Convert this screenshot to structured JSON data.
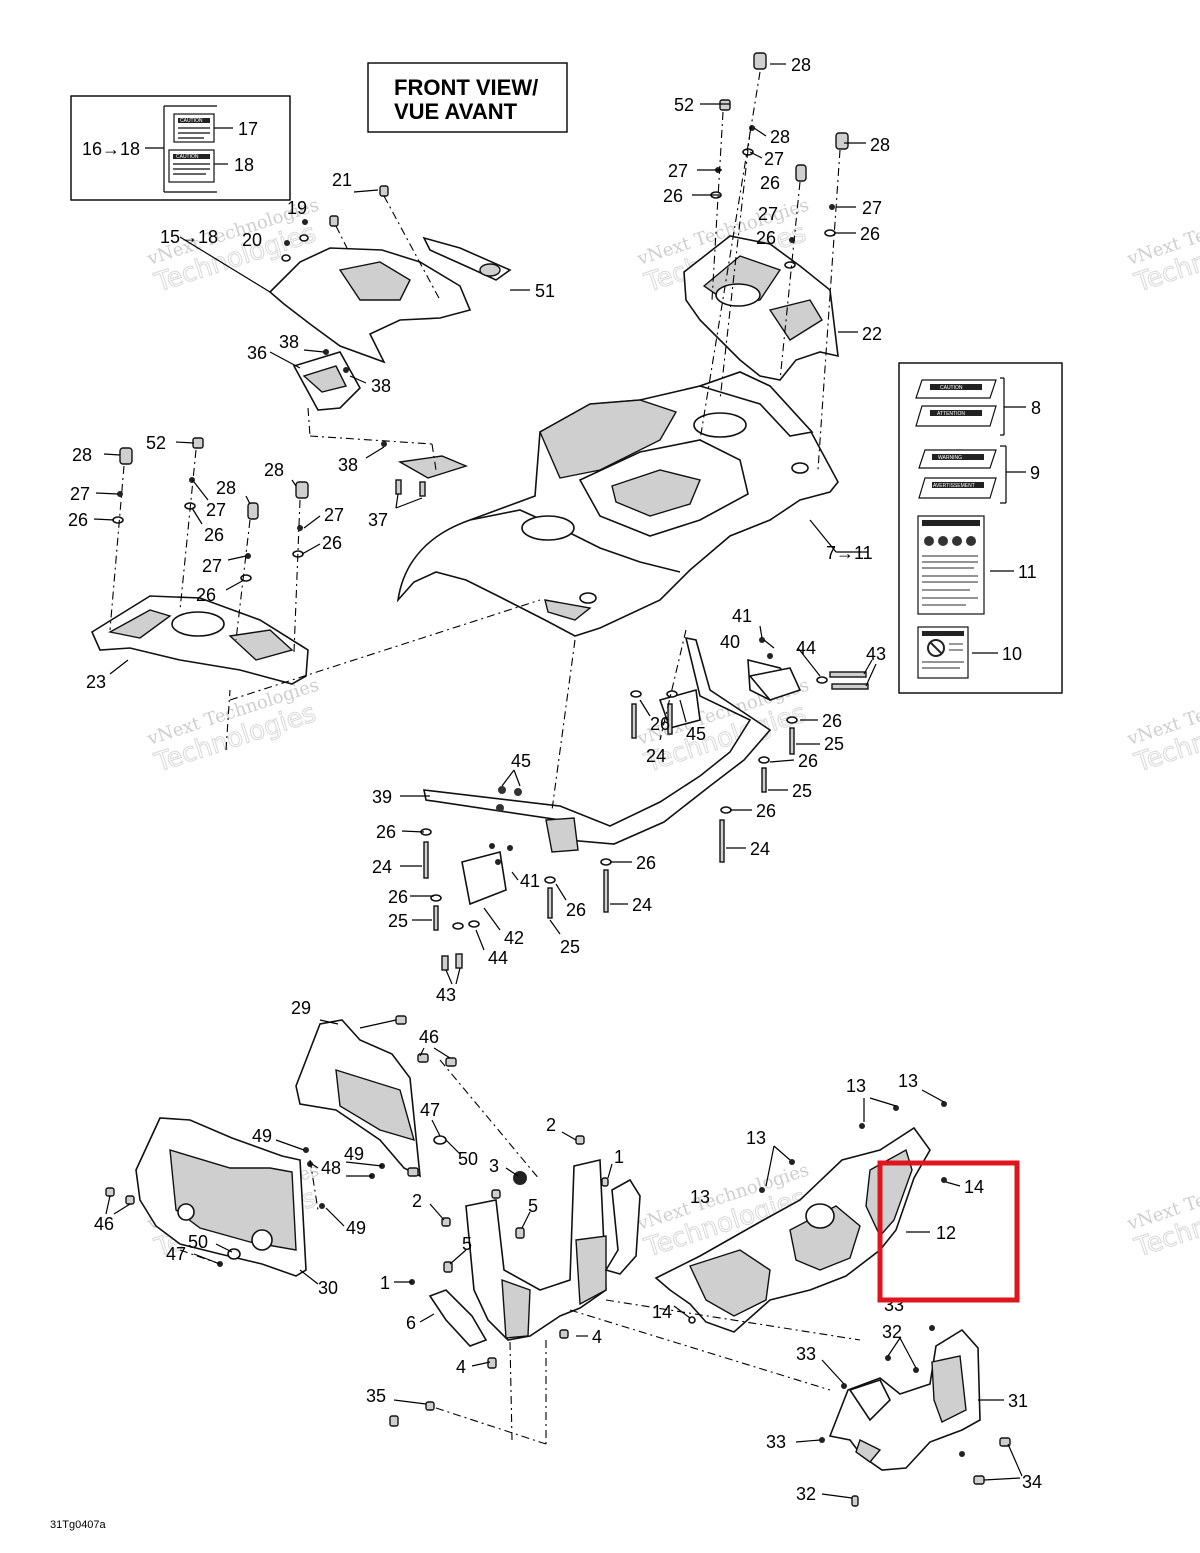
{
  "title": {
    "line1": "FRONT VIEW/",
    "line2": "VUE AVANT"
  },
  "figure_code": "31Tg0407a",
  "watermark": {
    "line1": "vNext Technologies",
    "line2": "Technologies"
  },
  "decal_box_left": {
    "range_label": "16→18",
    "label_top": "17",
    "label_bottom": "18",
    "decal_text": "CAUTION"
  },
  "decal_box_right": {
    "label_8": "8",
    "label_9": "9",
    "label_11": "11",
    "label_10": "10",
    "decal_caution": "CAUTION",
    "decal_attention": "ATTENTION",
    "decal_warning": "WARNING",
    "decal_avertissement": "AVERTISSEMENT"
  },
  "callouts": {
    "c28a": "28",
    "c52a": "52",
    "c27a": "27",
    "c26a": "26",
    "c28b": "28",
    "c27b": "27",
    "c26b": "26",
    "c28c": "28",
    "c27c": "27",
    "c26c": "26",
    "c22": "22",
    "c7_11": "7→11",
    "c21": "21",
    "c19": "19",
    "c15_18": "15→18",
    "c20": "20",
    "c51": "51",
    "c36": "36",
    "c38a": "38",
    "c38b": "38",
    "c38c": "38",
    "c37": "37",
    "c28d": "28",
    "c52b": "52",
    "c27d": "27",
    "c26d": "26",
    "c28e": "28",
    "c27e": "27",
    "c26e": "26",
    "c28f": "28",
    "c27f": "27",
    "c26f": "26",
    "c23": "23",
    "c27g": "27",
    "c26g": "26",
    "c41a": "41",
    "c40": "40",
    "c44a": "44",
    "c43a": "43",
    "c26h": "26",
    "c45a": "45",
    "c24a": "24",
    "c26i": "26",
    "c25a": "25",
    "c26j": "26",
    "c25b": "25",
    "c26k": "26",
    "c24b": "24",
    "c45b": "45",
    "c39": "39",
    "c26l": "26",
    "c24c": "24",
    "c26m": "26",
    "c25c": "25",
    "c41b": "41",
    "c26n": "26",
    "c24d": "24",
    "c26o": "26",
    "c25d": "25",
    "c42": "42",
    "c44b": "44",
    "c43b": "43",
    "c29": "29",
    "c46a": "46",
    "c47a": "47",
    "c50a": "50",
    "c49a": "49",
    "c48": "48",
    "c49b": "49",
    "c49c": "49",
    "c46b": "46",
    "c47b": "47",
    "c50b": "50",
    "c30": "30",
    "c2a": "2",
    "c3": "3",
    "c1a": "1",
    "c2b": "2",
    "c5a": "5",
    "c5b": "5",
    "c1b": "1",
    "c6": "6",
    "c4a": "4",
    "c4b": "4",
    "c13a": "13",
    "c13b": "13",
    "c13c": "13",
    "c13d": "13",
    "c14a": "14",
    "c12": "12",
    "c14b": "14",
    "c33a": "33",
    "c32a": "32",
    "c33b": "33",
    "c31": "31",
    "c33c": "33",
    "c34": "34",
    "c32b": "32",
    "c35": "35"
  }
}
